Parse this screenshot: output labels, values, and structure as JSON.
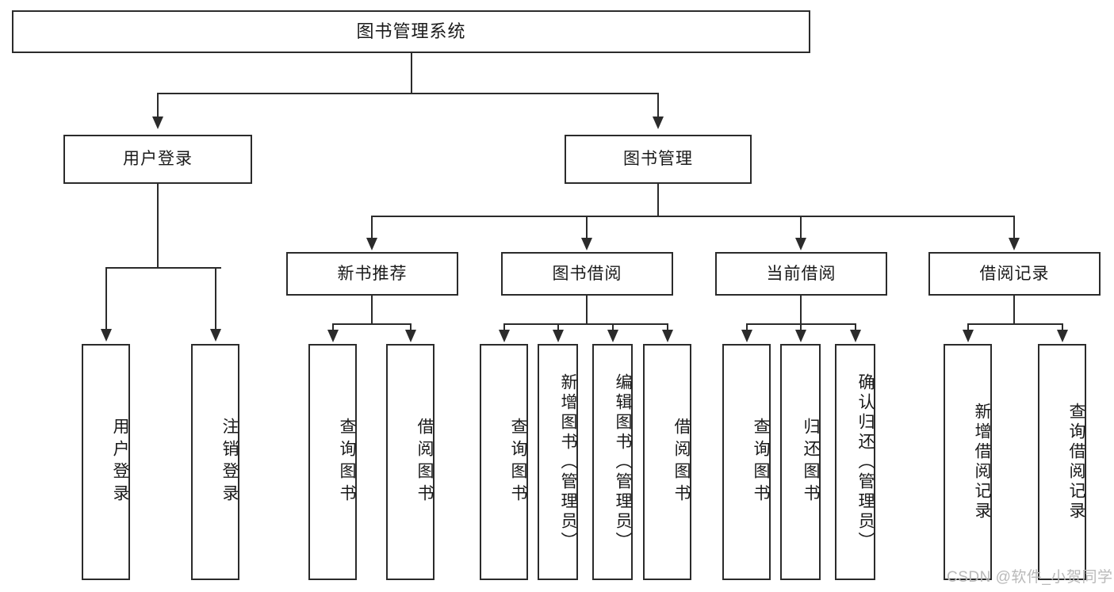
{
  "diagram": {
    "type": "hierarchy-tree",
    "title": "图书管理系统",
    "watermark": "CSDN @软件_小贺同学",
    "colors": {
      "stroke": "#2b2b2b",
      "fill": "#ffffff",
      "text": "#1a1a1a",
      "watermark": "#b9b9b9"
    },
    "levels": {
      "root": "图书管理系统",
      "level1": [
        "用户登录",
        "图书管理"
      ],
      "level2": [
        "新书推荐",
        "图书借阅",
        "当前借阅",
        "借阅记录"
      ]
    },
    "nodes": {
      "root": {
        "label": "图书管理系统"
      },
      "user_login": {
        "label": "用户登录"
      },
      "book_manage": {
        "label": "图书管理"
      },
      "new_book_rec": {
        "label": "新书推荐"
      },
      "book_borrow": {
        "label": "图书借阅"
      },
      "current_borrow": {
        "label": "当前借阅"
      },
      "borrow_record": {
        "label": "借阅记录"
      }
    },
    "leaves": {
      "user_login": [
        {
          "label": "用户登录"
        },
        {
          "label": "注销登录"
        }
      ],
      "new_book_rec": [
        {
          "label": "查询图书"
        },
        {
          "label": "借阅图书"
        }
      ],
      "book_borrow": [
        {
          "label": "查询图书"
        },
        {
          "label": "新增图书（管理员）"
        },
        {
          "label": "编辑图书（管理员）"
        },
        {
          "label": "借阅图书"
        }
      ],
      "current_borrow": [
        {
          "label": "查询图书"
        },
        {
          "label": "归还图书"
        },
        {
          "label": "确认归还（管理员）"
        }
      ],
      "borrow_record": [
        {
          "label": "新增借阅记录"
        },
        {
          "label": "查询借阅记录"
        }
      ]
    }
  }
}
